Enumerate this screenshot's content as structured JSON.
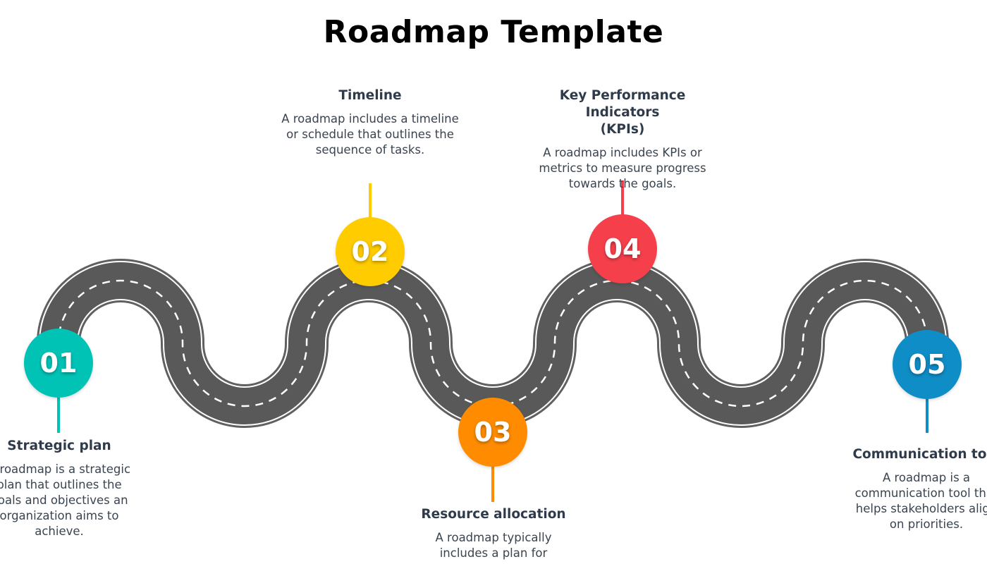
{
  "title": "Roadmap Template",
  "road_color": "#595959",
  "steps": [
    {
      "number": "01",
      "color": "#00c3b6",
      "heading": "Strategic plan",
      "text": "A roadmap is a strategic\nplan that outlines the\ngoals and objectives an\norganization aims to\nachieve."
    },
    {
      "number": "02",
      "color": "#ffcc00",
      "heading": "Timeline",
      "text": "A roadmap includes a timeline\nor schedule that outlines the\nsequence of tasks."
    },
    {
      "number": "03",
      "color": "#ff8c00",
      "heading": "Resource allocation",
      "text": "A roadmap typically\nincludes a plan for"
    },
    {
      "number": "04",
      "color": "#f5404b",
      "heading": "Key Performance Indicators\n(KPIs)",
      "text": "A roadmap includes KPIs or\nmetrics to measure progress\ntowards the goals."
    },
    {
      "number": "05",
      "color": "#0f8dc7",
      "heading": "Communication tool",
      "text": "A roadmap is a\ncommunication tool that\nhelps stakeholders align\non priorities."
    }
  ]
}
